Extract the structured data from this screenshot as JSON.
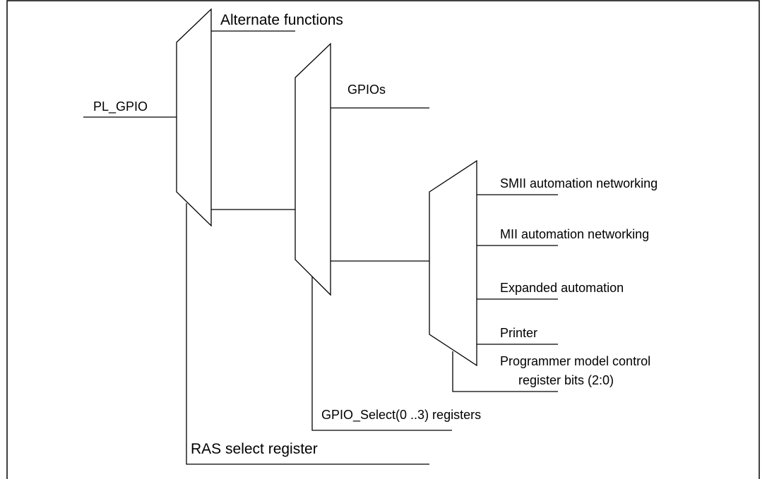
{
  "labels": {
    "alternate_functions": "Alternate functions",
    "pl_gpio": "PL_GPIO",
    "gpios": "GPIOs",
    "smii": "SMII automation networking",
    "mii": "MII automation networking",
    "expanded": "Expanded automation",
    "printer": "Printer",
    "programmer_line1": "Programmer model control",
    "programmer_line2": "register bits (2:0)",
    "gpio_select": "GPIO_Select(0 ..3) registers",
    "ras_select": "RAS select register"
  }
}
